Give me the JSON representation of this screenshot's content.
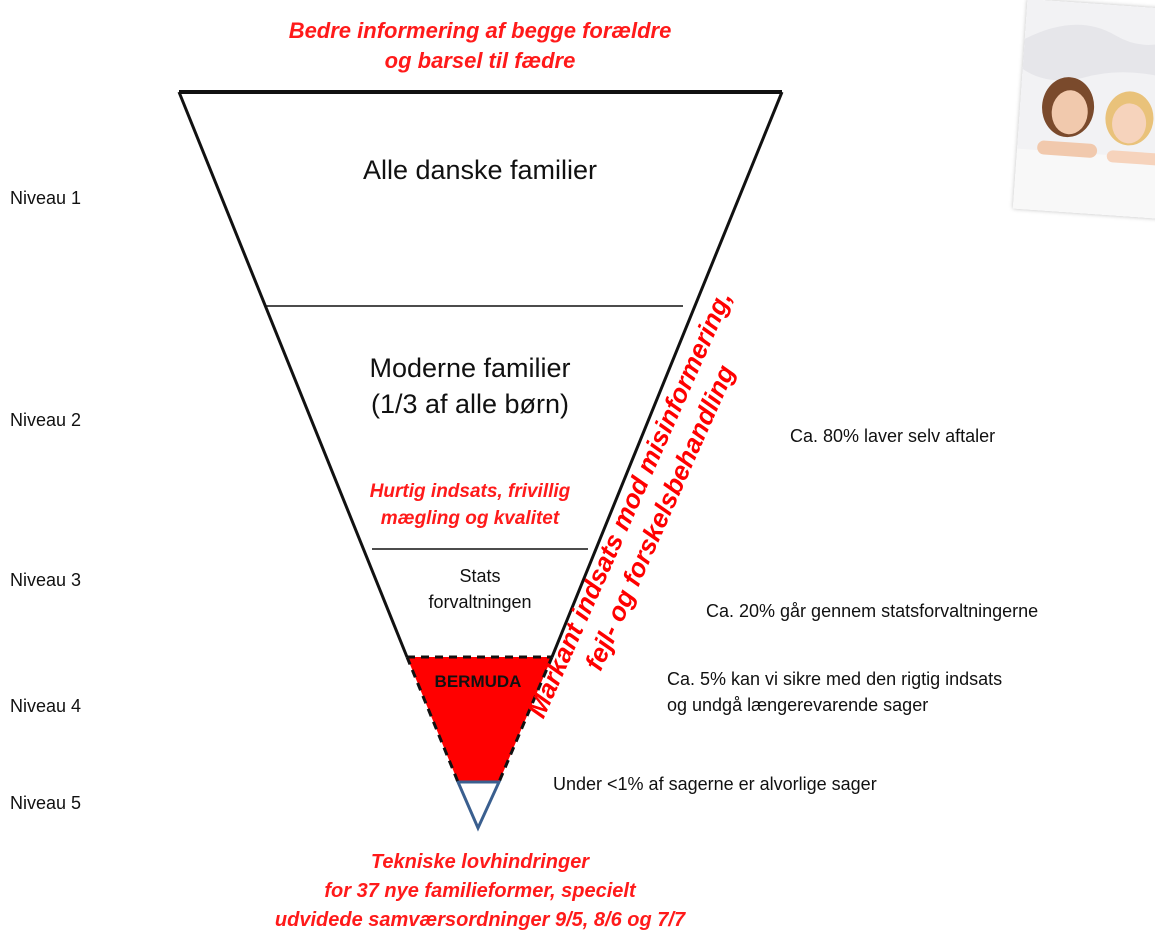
{
  "top_caption": {
    "line1": "Bedre informering af begge forældre",
    "line2": "og barsel til fædre"
  },
  "levels": [
    {
      "label": "Niveau 1"
    },
    {
      "label": "Niveau 2"
    },
    {
      "label": "Niveau 3"
    },
    {
      "label": "Niveau 4"
    },
    {
      "label": "Niveau 5"
    }
  ],
  "funnel": {
    "section1": {
      "text": "Alle danske familier"
    },
    "section2": {
      "line1": "Moderne familier",
      "line2": "(1/3 af alle børn)",
      "note_line1": "Hurtig indsats, frivillig",
      "note_line2": "mægling og kvalitet"
    },
    "section3": {
      "line1": "Stats",
      "line2": "forvaltningen"
    },
    "section4": {
      "label": "BERMUDA",
      "fill": "#ff0000"
    }
  },
  "side_slogan": {
    "line1": "Markant indsats mod misinformering,",
    "line2": "fejl- og forskelsbehandling"
  },
  "stats": {
    "level2": "Ca. 80% laver selv aftaler",
    "level3": "Ca. 20% går gennem statsforvaltningerne",
    "level4_line1": "Ca. 5% kan vi sikre med den rigtig indsats",
    "level4_line2": "og undgå længerevarende sager",
    "level5": "Under <1% af sagerne er alvorlige sager"
  },
  "bottom_caption": {
    "line1": "Tekniske lovhindringer",
    "line2": "for 37 nye familieformer, specielt",
    "line3": "udvidede samværsordninger 9/5, 8/6 og 7/7"
  },
  "colors": {
    "accent_red": "#ff1a1a",
    "tip_outline": "#3a5f8f"
  }
}
